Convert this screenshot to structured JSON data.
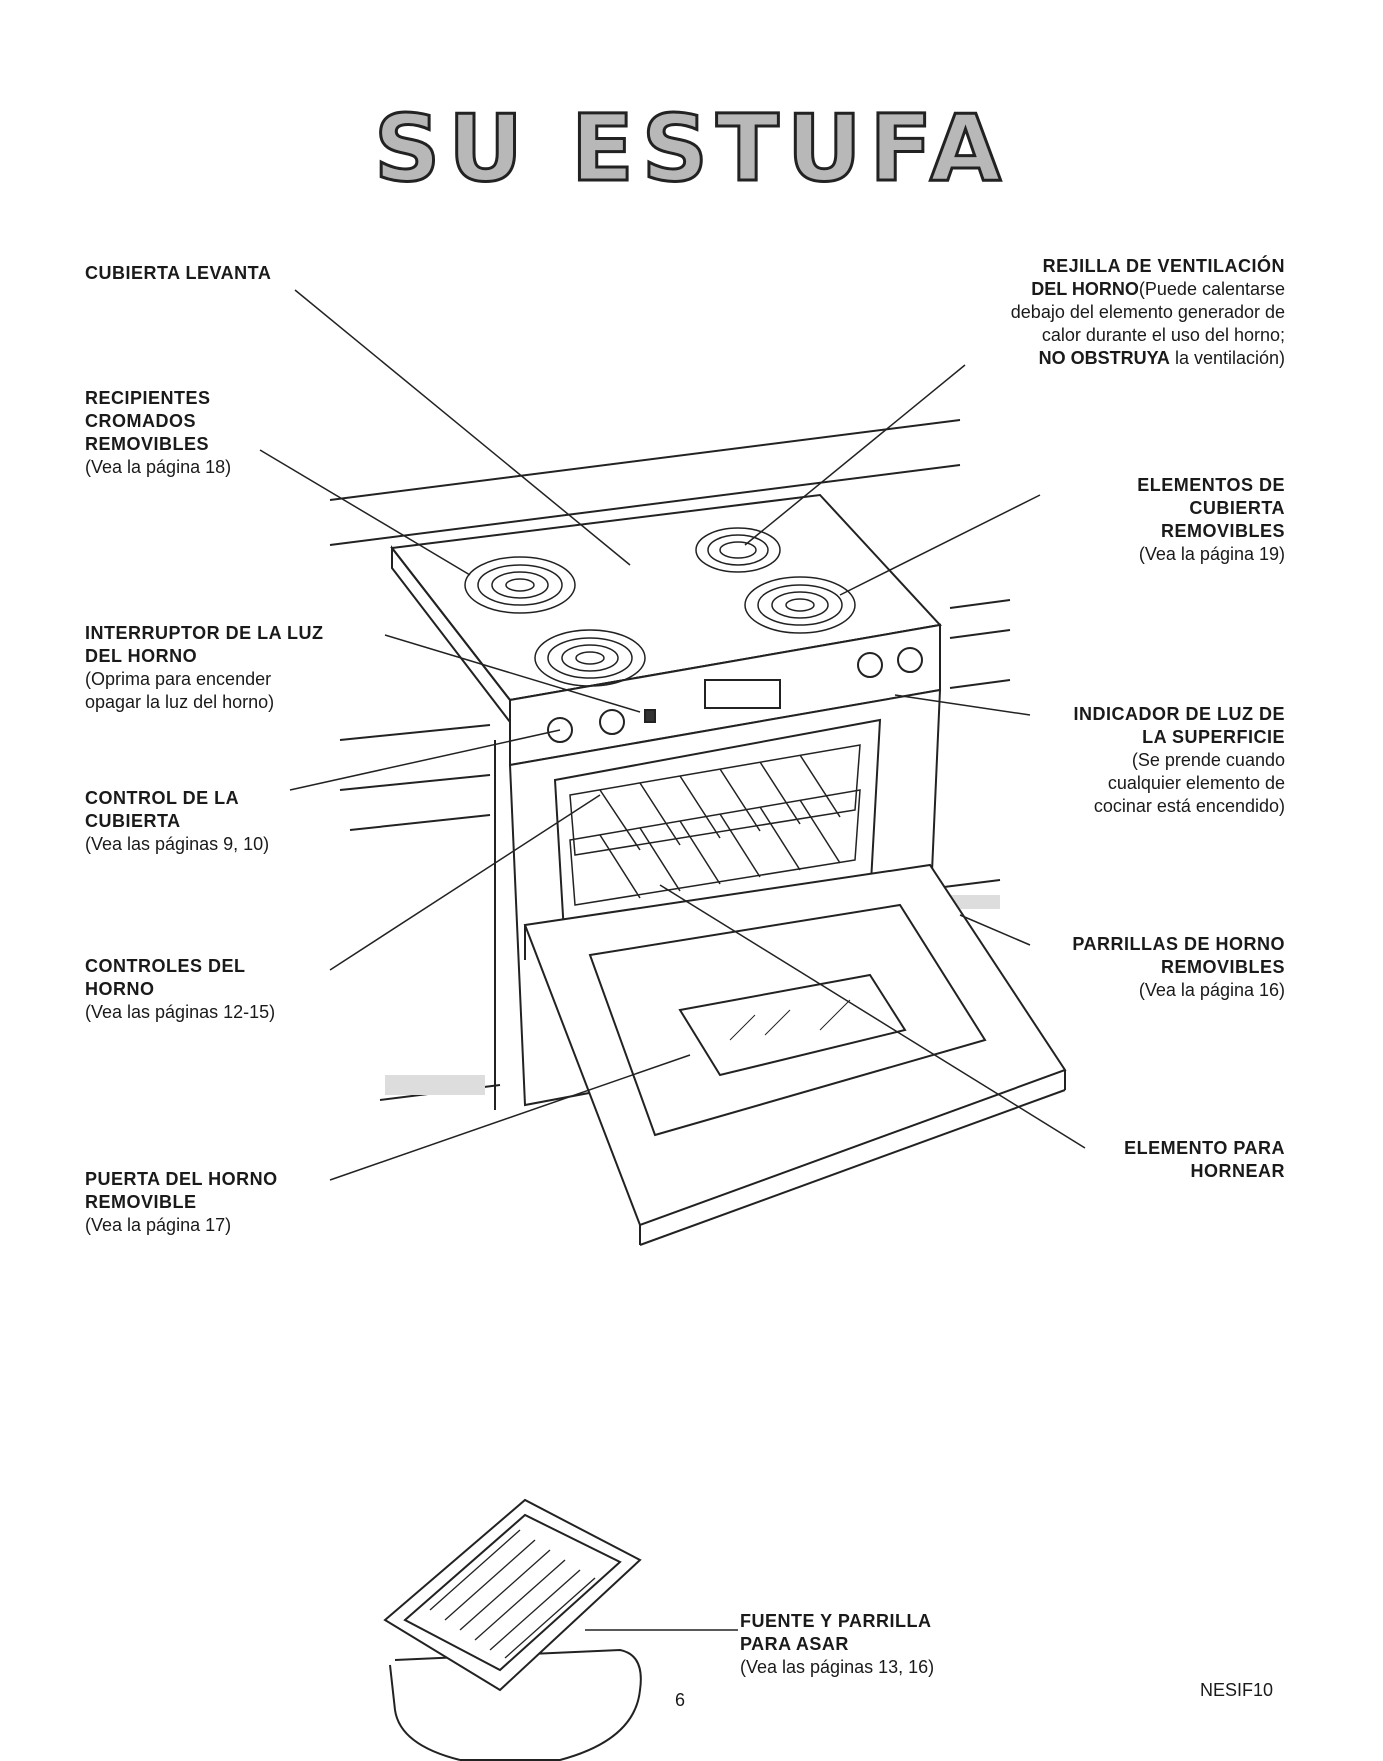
{
  "title": "SU ESTUFA",
  "labels": {
    "cubierta_levanta": {
      "title": "CUBIERTA LEVANTA"
    },
    "recipientes": {
      "title": [
        "RECIPIENTES",
        "CROMADOS",
        "REMOVIBLES"
      ],
      "ref": "(Vea la página 18)"
    },
    "interruptor": {
      "title": [
        "INTERRUPTOR DE LA LUZ",
        "DEL HORNO"
      ],
      "note": [
        "(Oprima para encender",
        "opagar la luz del horno)"
      ]
    },
    "control_cubierta": {
      "title": [
        "CONTROL DE LA",
        "CUBIERTA"
      ],
      "ref": "(Vea las páginas 9, 10)"
    },
    "controles_horno": {
      "title": [
        "CONTROLES DEL",
        "HORNO"
      ],
      "ref": "(Vea las páginas 12-15)"
    },
    "puerta": {
      "title": [
        "PUERTA DEL HORNO",
        "REMOVIBLE"
      ],
      "ref": "(Vea la página 17)"
    },
    "rejilla": {
      "title": "REJILLA DE VENTILACIÓN",
      "line2_bold": "DEL HORNO",
      "line2_rest": "(Puede calentarse",
      "line3": "debajo del elemento generador de",
      "line4": "calor durante el uso del horno;",
      "line5_bold": "NO OBSTRUYA",
      "line5_rest": " la ventilación)"
    },
    "elementos": {
      "title": [
        "ELEMENTOS DE",
        "CUBIERTA",
        "REMOVIBLES"
      ],
      "ref": "(Vea  la página 19)"
    },
    "indicador": {
      "title": [
        "INDICADOR DE LUZ DE",
        "LA SUPERFICIE"
      ],
      "note": [
        "(Se prende cuando",
        "cualquier elemento de",
        "cocinar está encendido)"
      ]
    },
    "parrillas": {
      "title": [
        "PARRILLAS DE HORNO",
        "REMOVIBLES"
      ],
      "ref": "(Vea la página 16)"
    },
    "elemento_hornear": {
      "title": [
        "ELEMENTO PARA",
        "HORNEAR"
      ]
    },
    "fuente": {
      "title": [
        "FUENTE Y PARRILLA",
        "PARA ASAR"
      ],
      "ref": "(Vea las páginas 13, 16)"
    }
  },
  "footer": {
    "page_number": "6",
    "code": "NESIF10"
  }
}
